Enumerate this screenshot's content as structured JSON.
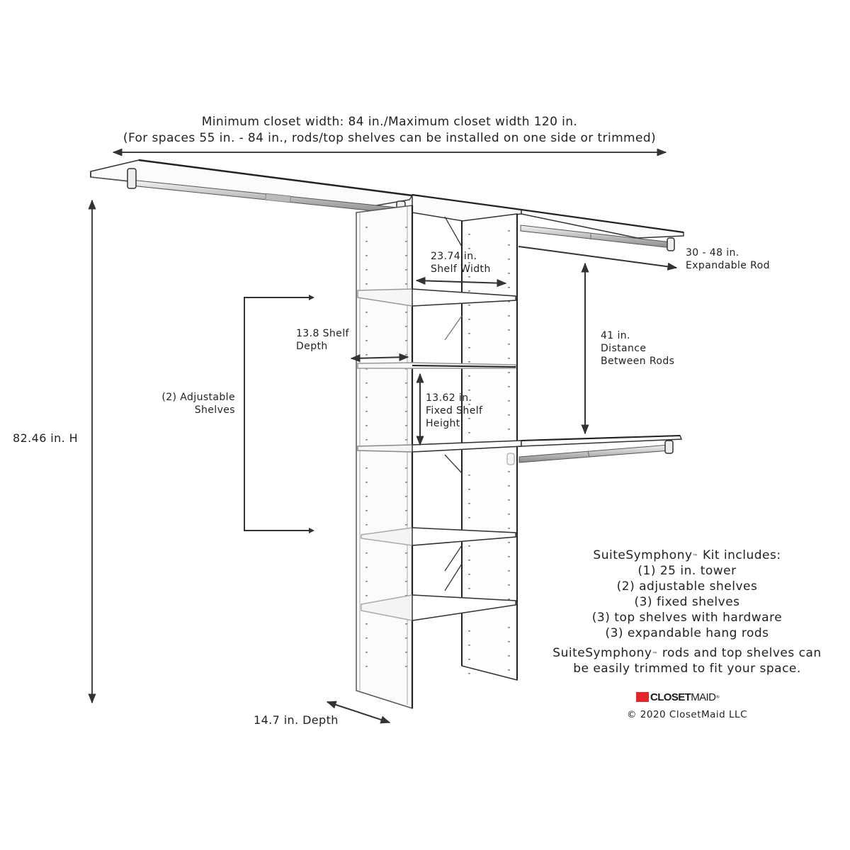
{
  "header": {
    "line1": "Minimum closet width: 84 in./Maximum closet width 120 in.",
    "line2": "(For spaces 55 in. - 84 in., rods/top shelves can be installed on one side or trimmed)"
  },
  "dimensions": {
    "height": "82.46 in. H",
    "depth": "14.7 in. Depth",
    "shelf_width_value": "23.74 in.",
    "shelf_width_label": "Shelf Width",
    "shelf_depth_value": "13.8 Shelf",
    "shelf_depth_label": "Depth",
    "adjustable_line1": "(2) Adjustable",
    "adjustable_line2": "Shelves",
    "fixed_height_value": "13.62 in.",
    "fixed_height_label1": "Fixed Shelf",
    "fixed_height_label2": "Height",
    "rod_value": "30 - 48 in.",
    "rod_label": "Expandable Rod",
    "rod_distance_value": "41 in.",
    "rod_distance_label1": "Distance",
    "rod_distance_label2": "Between Rods"
  },
  "kit": {
    "heading_brand": "SuiteSymphony",
    "trademark": "™",
    "heading_rest": " Kit includes:",
    "items": [
      "(1) 25 in. tower",
      "(2) adjustable shelves",
      "(3) fixed shelves",
      "(3) top shelves with hardware",
      "(3) expandable hang rods"
    ],
    "note_brand": "SuiteSymphony",
    "note_rest_line1": "rods and top shelves can",
    "note_line2": "be easily trimmed to fit your space."
  },
  "brand": {
    "logo_bold": "CLOSET",
    "logo_regular": "MAID",
    "registered": "®",
    "logo_color": "#e3262b",
    "copyright": "© 2020 ClosetMaid LLC"
  }
}
